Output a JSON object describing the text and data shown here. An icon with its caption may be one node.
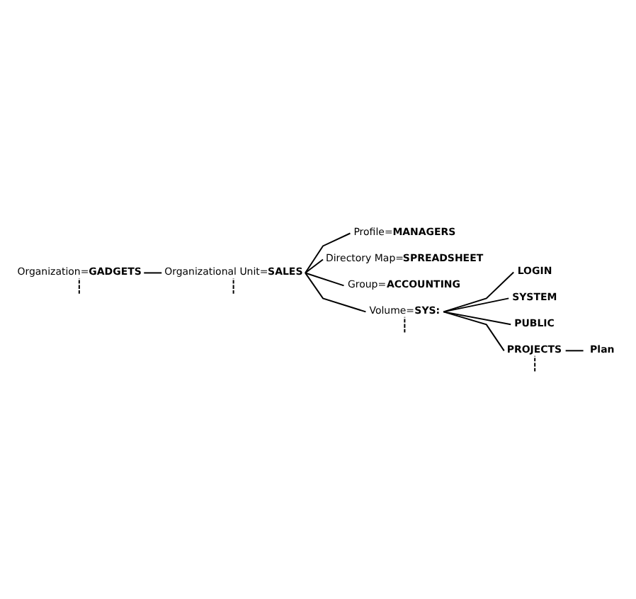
{
  "diagram": {
    "nodes": [
      {
        "text": [
          "Organization=**GADGETS**"
        ]
      },
      {
        "text": [
          "Organizational Unit=**SALES**"
        ]
      },
      {
        "text": [
          "Profile=**MANAGERS**"
        ]
      },
      {
        "text": [
          "Directory Map=**SPREADSHEET**"
        ]
      },
      {
        "text": [
          "Group=**ACCOUNTING**"
        ]
      },
      {
        "text": [
          "Volume=**SYS:**"
        ]
      },
      {
        "text": [
          "LOGIN"
        ]
      },
      {
        "text": [
          "SYSTEM"
        ]
      },
      {
        "text": [
          "PUBLIC"
        ]
      },
      {
        "text": [
          "PROJECTS"
        ]
      },
      {
        "text": [
          "Plan"
        ]
      }
    ],
    "edges": [
      {
        "from": 0,
        "to": 1,
        "arrow": "none"
      },
      {
        "from": 0,
        "to": null,
        "arrow": "none",
        "style": "dashed"
      },
      {
        "from": 1,
        "to": 2,
        "arrow": "none"
      },
      {
        "from": 1,
        "to": 3,
        "arrow": "none"
      },
      {
        "from": 1,
        "to": 4,
        "arrow": "none"
      },
      {
        "from": 1,
        "to": 5,
        "arrow": "none"
      },
      {
        "from": 1,
        "to": null,
        "arrow": "none",
        "style": "dashed"
      },
      {
        "from": 5,
        "to": 6,
        "arrow": "none"
      },
      {
        "from": 5,
        "to": 7,
        "arrow": "none"
      },
      {
        "from": 5,
        "to": 8,
        "arrow": "none"
      },
      {
        "from": 5,
        "to": 9,
        "arrow": "none"
      },
      {
        "from": 5,
        "to": null,
        "arrow": "none",
        "style": "dashed"
      },
      {
        "from": 9,
        "to": 10,
        "arrow": "none"
      },
      {
        "from": 9,
        "to": null,
        "arrow": "none",
        "style": "dashed"
      }
    ]
  }
}
